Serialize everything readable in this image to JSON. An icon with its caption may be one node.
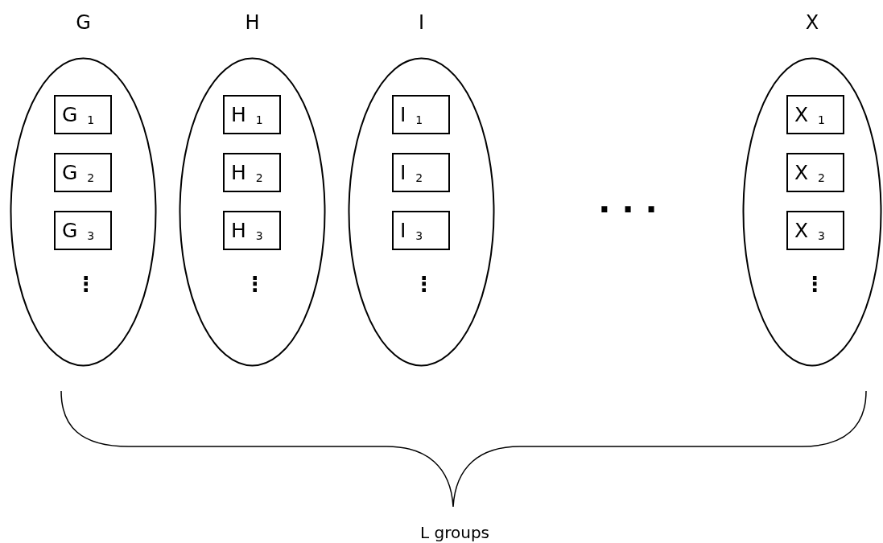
{
  "diagram": {
    "nodes": [
      {
        "text": [
          "G",
          "⋮"
        ]
      },
      {
        "text": [
          "G $_{1}$"
        ],
        "in": 0
      },
      {
        "text": [
          "G $_{2}$"
        ],
        "in": 0
      },
      {
        "text": [
          "G $_{3}$"
        ],
        "in": 0
      },
      {
        "text": [
          "H",
          "⋮"
        ]
      },
      {
        "text": [
          "H $_{1}$"
        ],
        "in": 4
      },
      {
        "text": [
          "H $_{2}$"
        ],
        "in": 4
      },
      {
        "text": [
          "H $_{3}$"
        ],
        "in": 4
      },
      {
        "text": [
          "I",
          "⋮"
        ]
      },
      {
        "text": [
          "I $_{1}$"
        ],
        "in": 8
      },
      {
        "text": [
          "I $_{2}$"
        ],
        "in": 8
      },
      {
        "text": [
          "I $_{3}$"
        ],
        "in": 8
      },
      {
        "text": [
          "X",
          "⋮"
        ]
      },
      {
        "text": [
          "X $_{1}$"
        ],
        "in": 12
      },
      {
        "text": [
          "X $_{2}$"
        ],
        "in": 12
      },
      {
        "text": [
          "X $_{3}$"
        ],
        "in": 12
      }
    ],
    "labels": [
      "· · ·",
      "L groups"
    ]
  }
}
